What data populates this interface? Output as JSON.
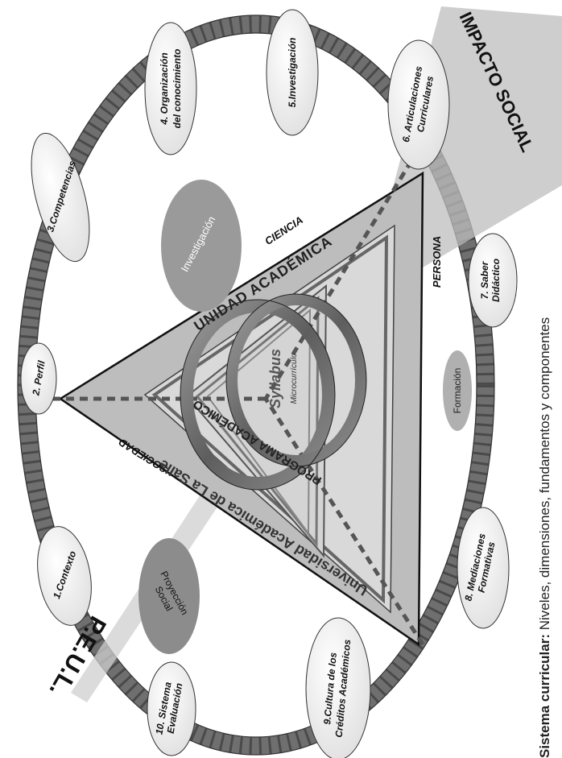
{
  "diagram": {
    "banner_left": "P.E.U.L.",
    "banner_right": "IMPACTO SOCIAL",
    "outer_ring_labels": [
      "1.Contexto",
      "2. Perfil",
      "3.Competencias",
      "4. Organización",
      "del conocimiento",
      "5.Investigación",
      "6. Articulaciones",
      "Curriculares",
      "7. Saber",
      "Didáctico",
      "8. Mediaciones",
      "Formativas",
      "9.Cultura de los",
      "Créditos Académicos",
      "10. Sistema",
      "Evaluación"
    ],
    "triangle_sides": {
      "left": "SOCIEDAD",
      "top": "CIENCIA",
      "right": "PERSONA"
    },
    "dimension_ellipses": {
      "top": "Investigación",
      "right": "Formación",
      "left_1": "Proyección",
      "left_2": "Social"
    },
    "levels": {
      "outer": "Universidad Académica de La Salle",
      "unit": "UNIDAD ACADÉMICA",
      "program": "PROGRAMA ACADÉMICO",
      "syllabus": "Syllabus",
      "micro": "Microcurrículo"
    }
  },
  "caption": {
    "bold": "Sistema curricular:",
    "text": " Niveles, dimensiones, fundamentos y componentes"
  }
}
